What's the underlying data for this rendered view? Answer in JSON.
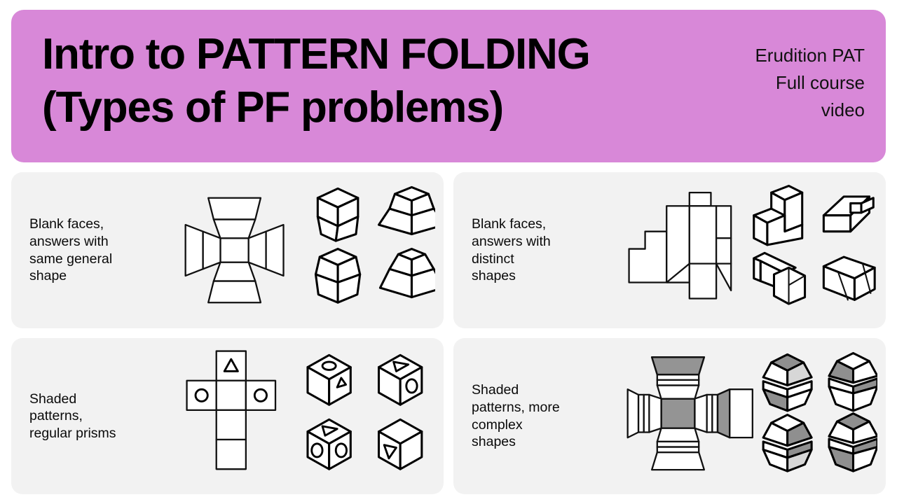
{
  "header": {
    "title": "Intro to PATTERN FOLDING\n(Types of PF problems)",
    "subtitle": "Erudition PAT\nFull course\nvideo",
    "background_color": "#d888d8",
    "text_color": "#000000"
  },
  "theme": {
    "page_background": "#ffffff",
    "card_background": "#f2f2f2",
    "outline_color": "#111111",
    "shade_color": "#8f8f8f"
  },
  "cards": [
    {
      "id": "blank-same-shape",
      "label": "Blank faces,\nanswers with\nsame general\nshape",
      "figure_name": "frustum-cross-net-with-four-blank-solid-answers",
      "net_type": "cross net, central square with four two-band trapezoid arms",
      "answers": [
        "cube with tapered lower frustum",
        "stacked frustum, narrow top wide base",
        "hexagonal frustum block, short taper",
        "wide stacked frustum, flat base"
      ]
    },
    {
      "id": "blank-distinct-shapes",
      "label": "Blank faces,\nanswers with\ndistinct\nshapes",
      "figure_name": "irregular-polygon-net-with-four-distinct-solid-answers",
      "net_type": "irregular net of rectangles, L-faces and triangles",
      "answers": [
        "L-shaped upright block",
        "wedge with rectangular notch",
        "flat L-bracket with slanted arm",
        "rectangular block with angled groove"
      ]
    },
    {
      "id": "shaded-regular-prisms",
      "label": "Shaded\npatterns,\nregular prisms",
      "figure_name": "cube-cross-net-with-circle-and-triangle-markings",
      "net_type": "six-square cross net of a cube",
      "net_markings": [
        {
          "face": "top",
          "symbol": "triangle"
        },
        {
          "face": "left",
          "symbol": "circle"
        },
        {
          "face": "right",
          "symbol": "circle"
        }
      ],
      "answers": [
        "cube: circle on top face, triangle on right face",
        "cube: triangle on top face, circle on right face",
        "cube: triangle on top, circle on left and circle on right",
        "cube: triangle on left face only"
      ]
    },
    {
      "id": "shaded-complex-shapes",
      "label": "Shaded\npatterns, more\ncomplex\nshapes",
      "figure_name": "shaded-frustum-cross-net-with-four-shaded-solid-answers",
      "net_type": "cross net of banded frustums with gray shaded regions",
      "answers": [
        "double frustum, gray top face and gray lower band",
        "hourglass frustum pair, gray upper under-face",
        "double frustum, gray right faces",
        "hourglass frustum pair, gray top face and gray lower left face"
      ]
    }
  ]
}
